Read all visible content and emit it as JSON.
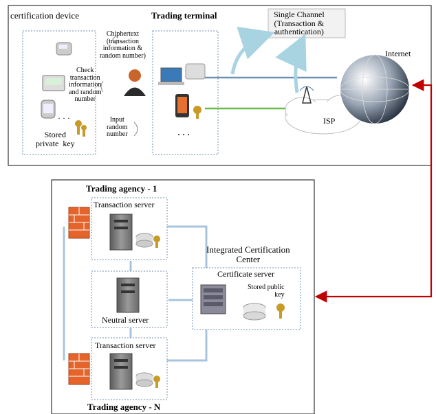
{
  "top_panel": {
    "cert_device_title": "certification device",
    "trading_terminal_title": "Trading terminal",
    "ciphertext_label": "Chiphertext\n(transaction\ninformation &\nrandom number)",
    "check_label": "Check\ntransaction\ninformation\nand random\nnumber",
    "input_label": "Input\nrandom\nnumber",
    "stored_private_key": "Stored\nprivate  key",
    "device_ellipsis": "· · ·",
    "terminal_ellipsis": "· · ·",
    "single_channel": "Single Channel\n(Transaction &\nauthentication)",
    "internet": "Internet",
    "isp": "ISP"
  },
  "bottom_panel": {
    "agency_top": "Trading agency - 1",
    "transaction_server_top": "Transaction server",
    "integrated_center": "Integrated Certification\nCenter",
    "certificate_server": "Certificate server",
    "stored_public_key": "Stored public\nkey",
    "neutral_server": "Neutral server",
    "transaction_server_bottom": "Transaction server",
    "agency_bottom": "Trading agency - N"
  },
  "colors": {
    "connector_red": "#c00000",
    "network_blue": "#6f8fb3",
    "network_green": "#66bb44",
    "arrow_cyan": "#a8d4e2",
    "firewall_orange": "#e4642c",
    "server_gray": "#8c8c8c"
  },
  "icons": [
    "phone-icon",
    "person-icon",
    "monitor-icon",
    "watch-icon",
    "key-icon",
    "laptop-icon",
    "smartphone-icon",
    "tower-icon",
    "cloud-icon",
    "globe-icon",
    "firewall-icon",
    "server-icon",
    "disk-icon",
    "storage-server-icon"
  ]
}
